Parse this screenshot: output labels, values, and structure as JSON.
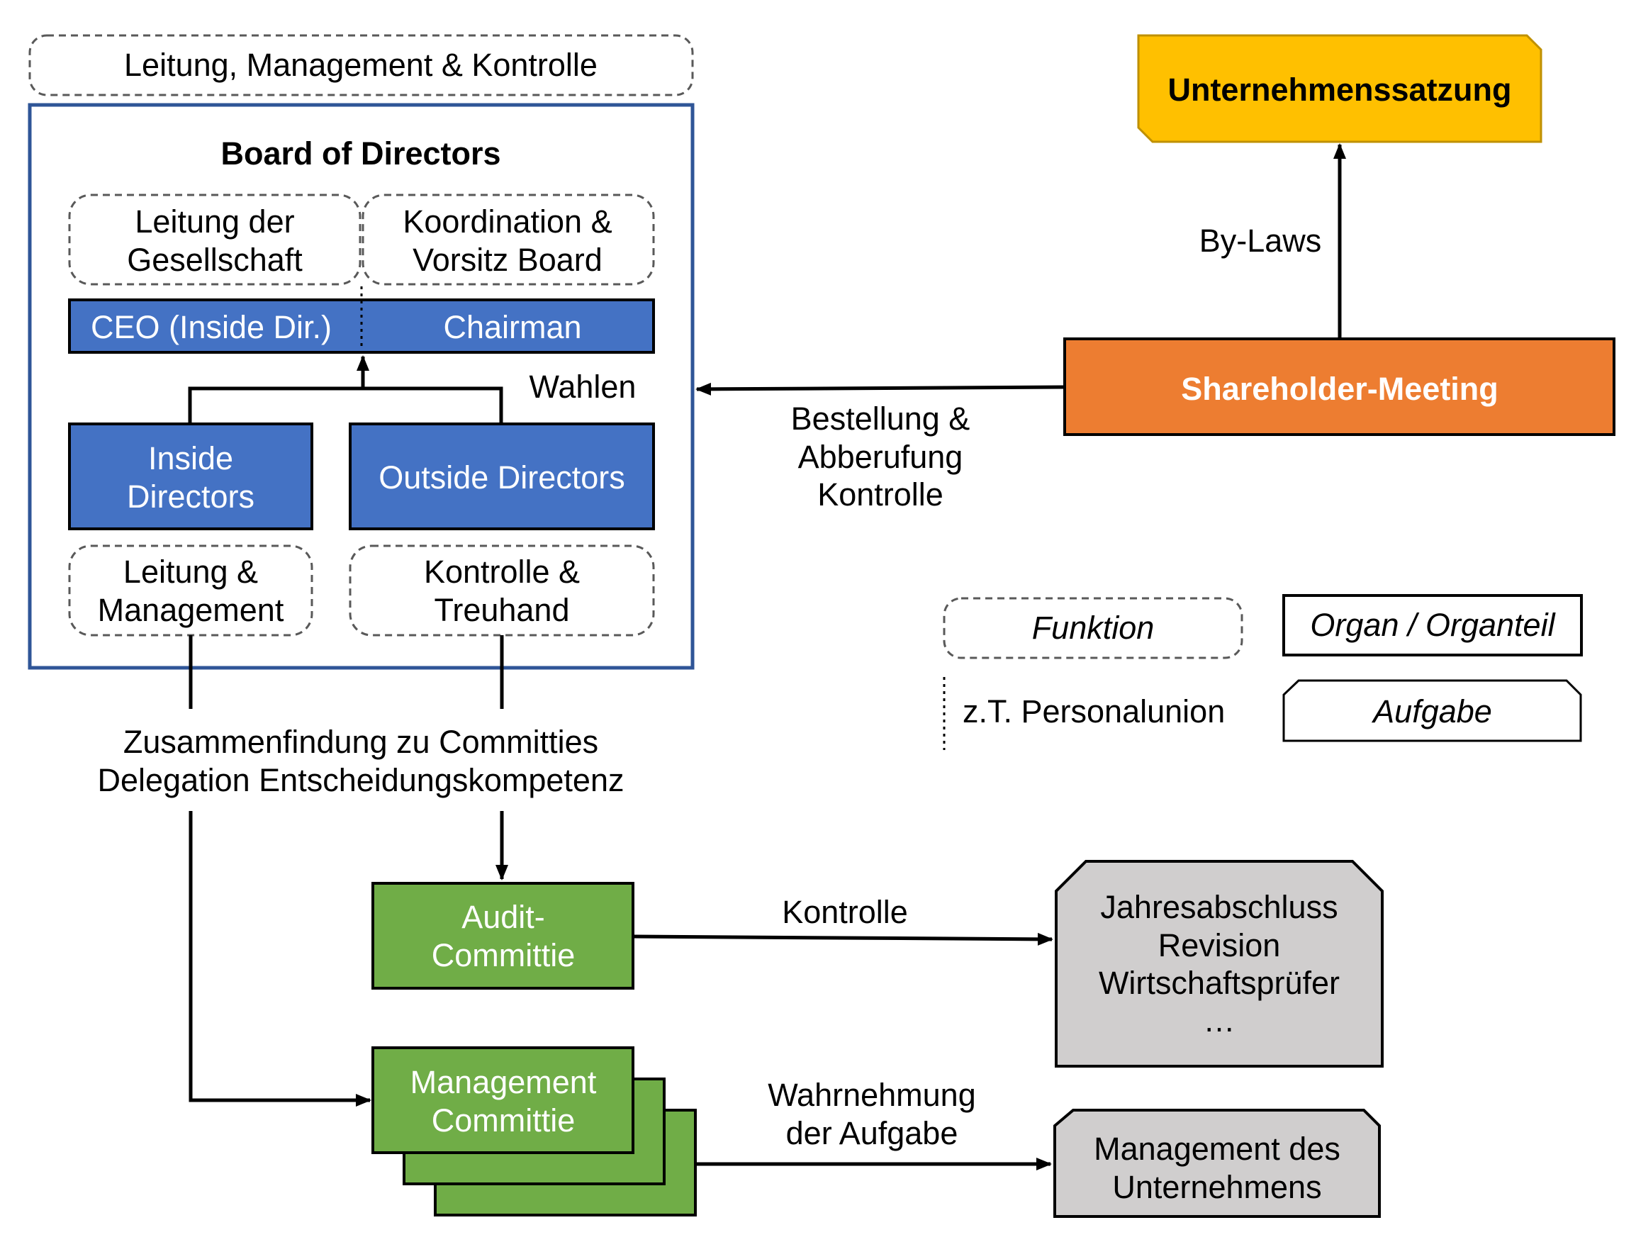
{
  "header": {
    "function_label": "Leitung, Management & Kontrolle"
  },
  "board": {
    "title": "Board of Directors",
    "functions": {
      "leitung": [
        "Leitung der",
        "Gesellschaft"
      ],
      "koordination": [
        "Koordination &",
        "Vorsitz Board"
      ],
      "leitung_management": [
        "Leitung &",
        "Management"
      ],
      "kontrolle_treuhand": [
        "Kontrolle &",
        "Treuhand"
      ]
    },
    "organs": {
      "ceo": "CEO (Inside Dir.)",
      "chairman": "Chairman",
      "inside_directors": [
        "Inside",
        "Directors"
      ],
      "outside_directors": "Outside Directors"
    },
    "wahlen_label": "Wahlen"
  },
  "shareholder": {
    "label": "Shareholder-Meeting",
    "color": "#ED7D31"
  },
  "satzung": {
    "label": "Unternehmenssatzung",
    "color": "#FFC000"
  },
  "edges": {
    "bylaws": "By-Laws",
    "bestellung": [
      "Bestellung &",
      "Abberufung",
      "Kontrolle"
    ],
    "committees": [
      "Zusammenfindung zu Committies",
      "Delegation Entscheidungskompetenz"
    ],
    "kontrolle": "Kontrolle",
    "wahrnehmung": [
      "Wahrnehmung",
      "der Aufgabe"
    ]
  },
  "committees": {
    "audit": [
      "Audit-",
      "Committie"
    ],
    "management": [
      "Management",
      "Committie"
    ],
    "color": "#70AD47"
  },
  "tasks": {
    "jahresabschluss": [
      "Jahresabschluss",
      "Revision",
      "Wirtschaftsprüfer",
      "…"
    ],
    "management_unternehmen": [
      "Management des",
      "Unternehmens"
    ]
  },
  "legend": {
    "funktion": "Funktion",
    "organ": "Organ / Organteil",
    "personalunion": "z.T. Personalunion",
    "aufgabe": "Aufgabe"
  },
  "colors": {
    "organ_blue": "#4472C4",
    "board_border": "#2F5597",
    "task_grey": "#D0CECE"
  }
}
